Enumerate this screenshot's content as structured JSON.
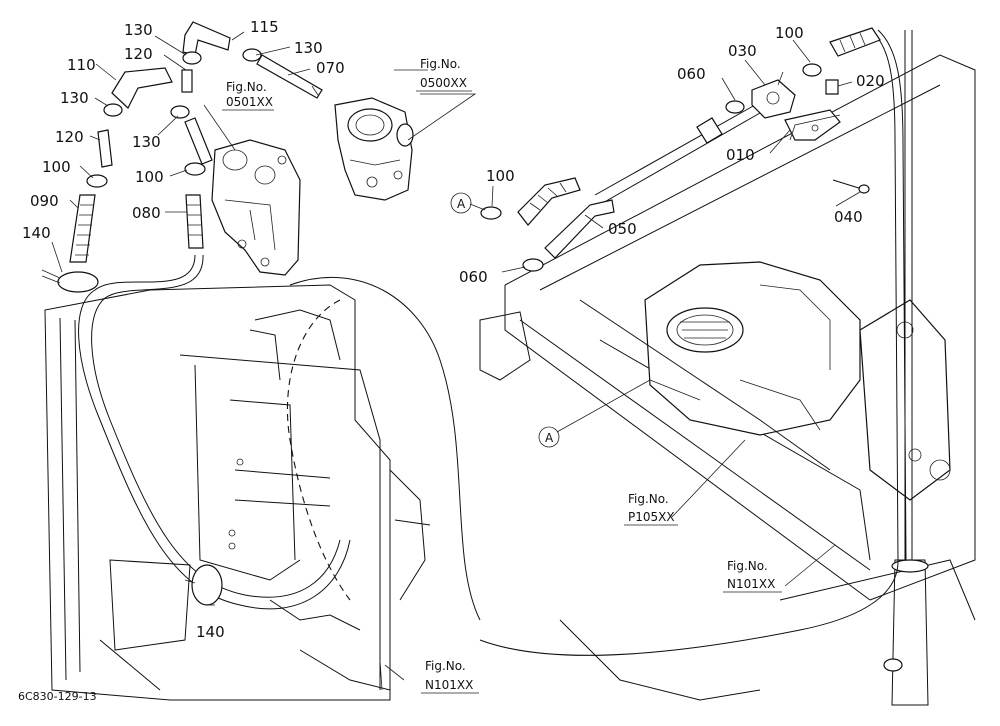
{
  "parts": [
    {
      "id": "p115",
      "text": "115"
    },
    {
      "id": "p130a",
      "text": "130"
    },
    {
      "id": "p120a",
      "text": "120"
    },
    {
      "id": "p130b",
      "text": "130"
    },
    {
      "id": "p070",
      "text": "070"
    },
    {
      "id": "p110",
      "text": "110"
    },
    {
      "id": "p130c",
      "text": "130"
    },
    {
      "id": "p120b",
      "text": "120"
    },
    {
      "id": "p130d",
      "text": "130"
    },
    {
      "id": "p100a",
      "text": "100"
    },
    {
      "id": "p100b",
      "text": "100"
    },
    {
      "id": "p090",
      "text": "090"
    },
    {
      "id": "p080",
      "text": "080"
    },
    {
      "id": "p140a",
      "text": "140"
    },
    {
      "id": "p140b",
      "text": "140"
    },
    {
      "id": "p030",
      "text": "030"
    },
    {
      "id": "p100c",
      "text": "100"
    },
    {
      "id": "p060a",
      "text": "060"
    },
    {
      "id": "p020",
      "text": "020"
    },
    {
      "id": "p010",
      "text": "010"
    },
    {
      "id": "p100d",
      "text": "100"
    },
    {
      "id": "p050",
      "text": "050"
    },
    {
      "id": "p040",
      "text": "040"
    },
    {
      "id": "p060b",
      "text": "060"
    }
  ],
  "figrefs": [
    {
      "id": "f0501",
      "line1": "Fig.No.",
      "line2": "0501XX"
    },
    {
      "id": "f0500",
      "line1": "Fig.No.",
      "line2": "0500XX"
    },
    {
      "id": "fp105",
      "line1": "Fig.No.",
      "line2": "P105XX"
    },
    {
      "id": "fn101a",
      "line1": "Fig.No.",
      "line2": "N101XX"
    },
    {
      "id": "fn101b",
      "line1": "Fig.No.",
      "line2": "N101XX"
    }
  ],
  "markers": [
    {
      "id": "mA1",
      "text": "A"
    },
    {
      "id": "mA2",
      "text": "A"
    }
  ],
  "drawing_code": "6C830-129-13"
}
